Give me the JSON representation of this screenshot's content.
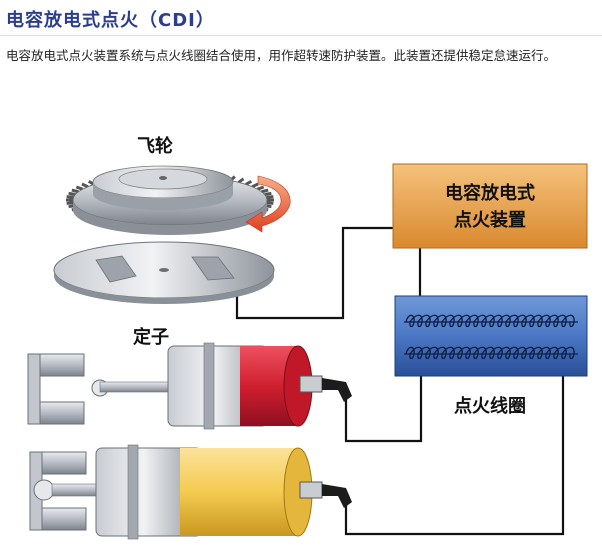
{
  "header": {
    "title": "电容放电式点火（CDI）",
    "description": "电容放电式点火装置系统与点火线圈结合使用，用作超转速防护装置。此装置还提供稳定怠速运行。"
  },
  "diagram": {
    "flywheel_label": "飞轮",
    "stator_label": "定子",
    "cdi_unit_label_line1": "电容放电式",
    "cdi_unit_label_line2": "点火装置",
    "ignition_coil_label": "点火线圈"
  },
  "colors": {
    "title": "#2a3d8f",
    "cdi_box": "#e8a040",
    "coil_box": "#3a66b0",
    "red_cylinder": "#d02030",
    "yellow_cylinder": "#f3cb50",
    "rotation_arrow": "#e04020"
  }
}
